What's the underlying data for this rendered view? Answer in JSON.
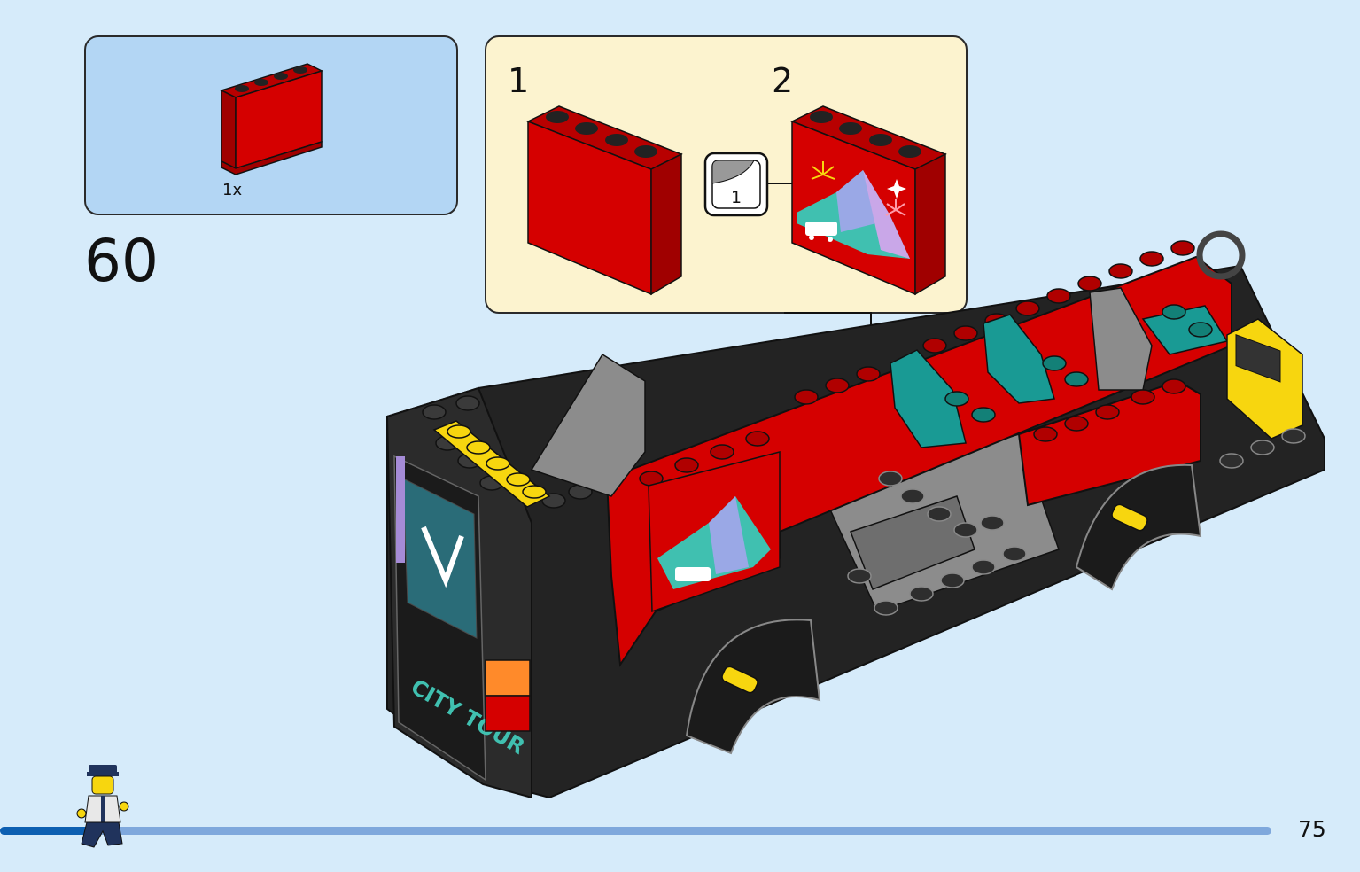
{
  "parts_list": {
    "items": [
      {
        "quantity": "1x",
        "part": "red-wall-panel-1x4",
        "color": "#d50000"
      }
    ]
  },
  "step": {
    "number": "60"
  },
  "substeps": [
    {
      "label": "1"
    },
    {
      "label": "2"
    }
  ],
  "sticker": {
    "number": "1"
  },
  "page": {
    "number": "75"
  },
  "colors": {
    "background": "#d6ebfa",
    "parts_box": "#b3d6f4",
    "substep_box": "#fcf3cf",
    "brick_red": "#d50000",
    "brick_black": "#232323",
    "seat_teal": "#199a94",
    "accent_yellow": "#f7d60f",
    "progress_dark": "#0d5fb1",
    "progress_light": "#7fa8dc"
  }
}
